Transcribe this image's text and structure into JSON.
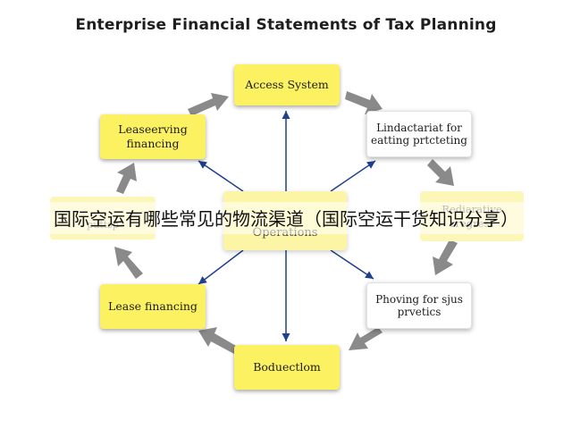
{
  "title": "Enterprise Financial Statements of Tax Planning",
  "nodes": {
    "top": "Access System",
    "top_right": "Lindactariat for eatting prtcteting",
    "right": "Rediarative rregrest",
    "bottom_right": "Phoving for sjus prvetics",
    "bottom": "Boduectlom",
    "bottom_left": "Lease financing",
    "left": "puttsp",
    "top_left": "Leaseerving financing",
    "center": "Operations"
  },
  "overlay_caption": "国际空运有哪些常见的物流渠道（国际空运干货知识分享）",
  "colors": {
    "node_yellow": "#fbf161",
    "arrow_gray": "#8a8a8a",
    "link_blue": "#1f3f8f"
  }
}
